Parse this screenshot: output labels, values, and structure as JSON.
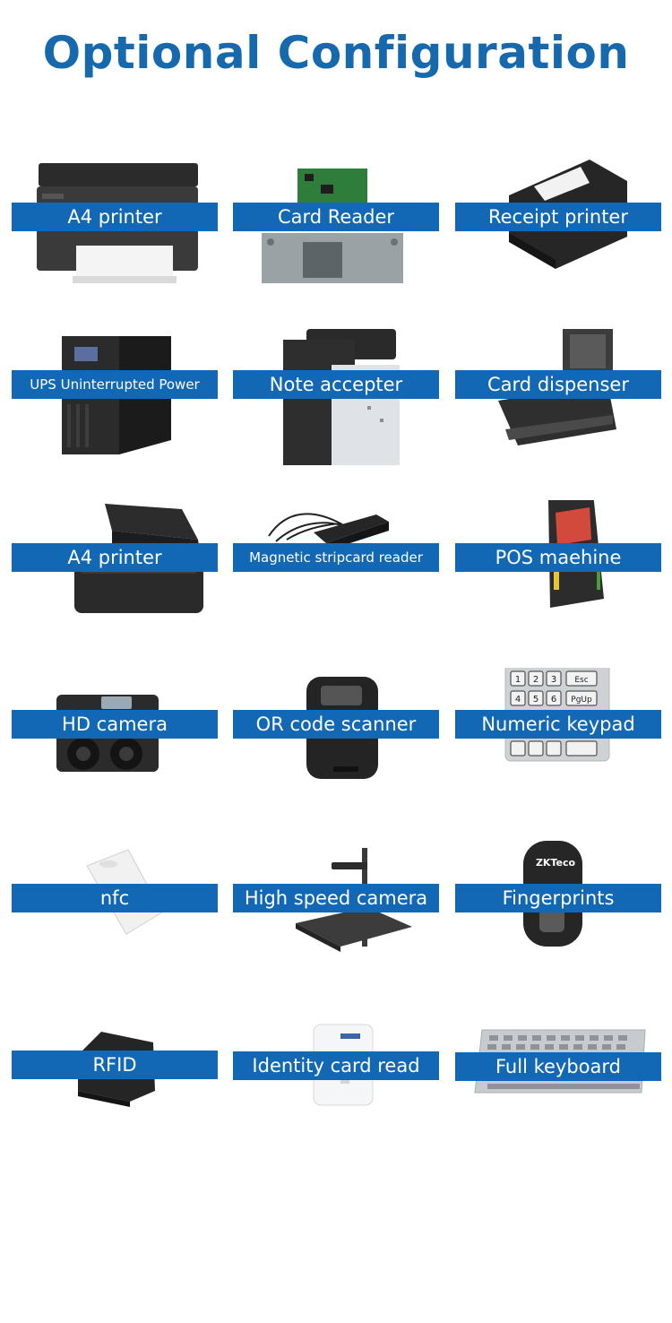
{
  "title": "Optional Configuration",
  "accent_color": "#1268b4",
  "items": [
    {
      "label": "A4 printer",
      "icon": "laser-printer-icon"
    },
    {
      "label": "Card Reader",
      "icon": "card-reader-icon"
    },
    {
      "label": "Receipt printer",
      "icon": "receipt-printer-icon"
    },
    {
      "label": "UPS Uninterrupted Power",
      "icon": "ups-icon"
    },
    {
      "label": "Note accepter",
      "icon": "note-accepter-icon"
    },
    {
      "label": "Card dispenser",
      "icon": "card-dispenser-icon"
    },
    {
      "label": "A4 printer",
      "icon": "a4-scanner-icon"
    },
    {
      "label": "Magnetic stripcard reader",
      "icon": "magnetic-reader-icon"
    },
    {
      "label": "POS maehine",
      "icon": "pos-machine-icon"
    },
    {
      "label": "HD camera",
      "icon": "hd-camera-icon"
    },
    {
      "label": "OR code scanner",
      "icon": "qr-scanner-icon"
    },
    {
      "label": "Numeric keypad",
      "icon": "numeric-keypad-icon"
    },
    {
      "label": "nfc",
      "icon": "nfc-reader-icon"
    },
    {
      "label": "High speed camera",
      "icon": "document-camera-icon"
    },
    {
      "label": "Fingerprints",
      "icon": "fingerprint-scanner-icon"
    },
    {
      "label": "RFID",
      "icon": "rfid-pad-icon"
    },
    {
      "label": "Identity card read",
      "icon": "id-card-reader-icon"
    },
    {
      "label": "Full keyboard",
      "icon": "full-keyboard-icon"
    }
  ],
  "keypad_keys": [
    "1",
    "2",
    "3",
    "Esc",
    "4",
    "5",
    "6",
    "PgUp"
  ],
  "brand_zkteco": "ZKTeco"
}
